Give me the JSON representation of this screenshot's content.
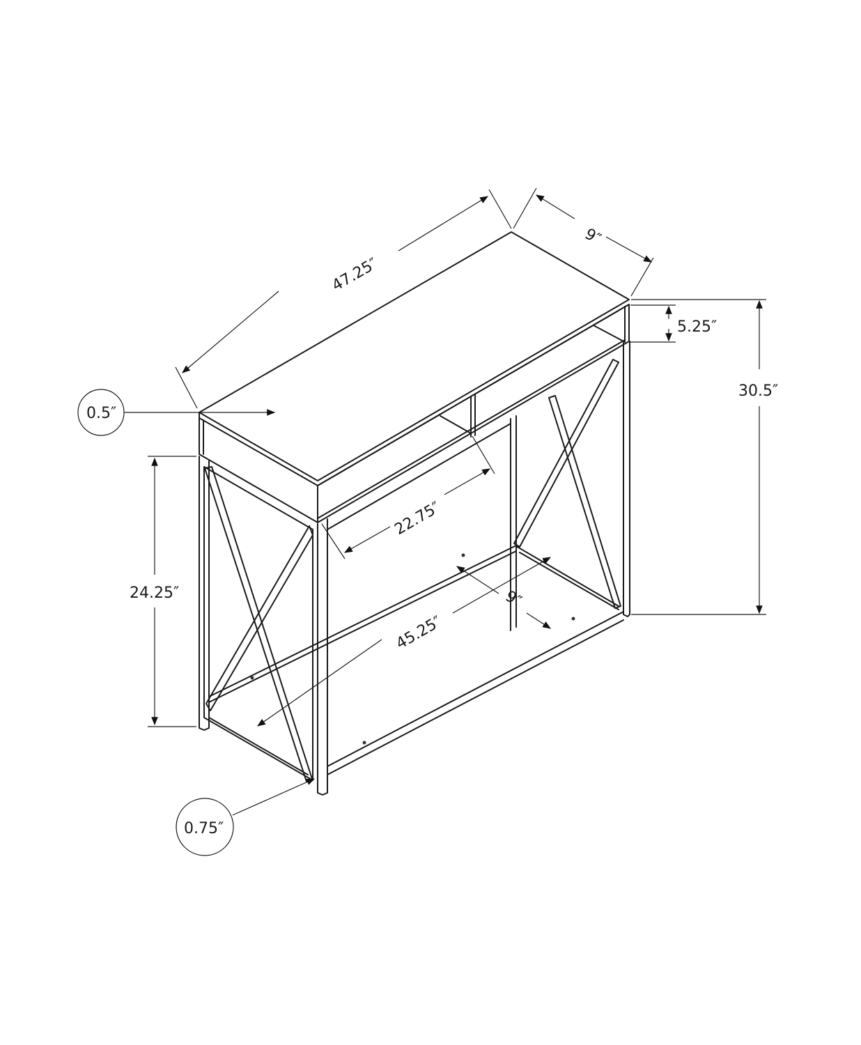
{
  "diagram": {
    "type": "product-dimension-drawing",
    "subject": "console table",
    "dimensions": {
      "overall_length": "47.25″",
      "overall_depth": "9″",
      "shelf_height": "5.25″",
      "overall_height": "30.5″",
      "top_thickness": "0.5″",
      "leg_height": "24.25″",
      "compartment_width": "22.75″",
      "lower_shelf_length": "45.25″",
      "lower_shelf_depth": "9″",
      "leg_thickness": "0.75″"
    },
    "colors": {
      "line": "#1a1a1a",
      "background": "#ffffff"
    }
  }
}
